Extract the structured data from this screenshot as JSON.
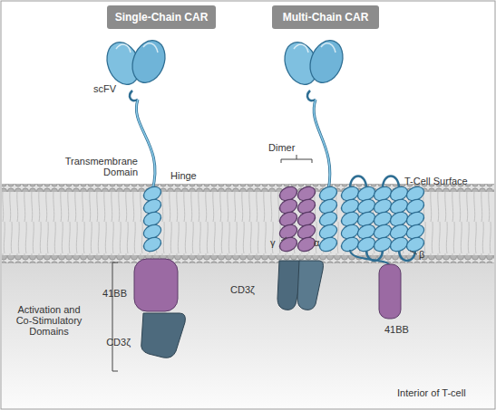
{
  "diagram": {
    "nodes": [
      {
        "text": [
          "Single-Chain CAR"
        ]
      },
      {
        "text": [
          "Multi-Chain CAR"
        ]
      }
    ],
    "labels": [
      "scFV",
      "Transmembrane Domain",
      "Hinge",
      "Activation and Co-Stimulatory Domains",
      "41BB",
      "CD3ζ",
      "Dimer",
      "T-Cell Surface",
      "γ",
      "α",
      "CD3ζ",
      "β",
      "41BB",
      "Interior of T-cell"
    ]
  }
}
